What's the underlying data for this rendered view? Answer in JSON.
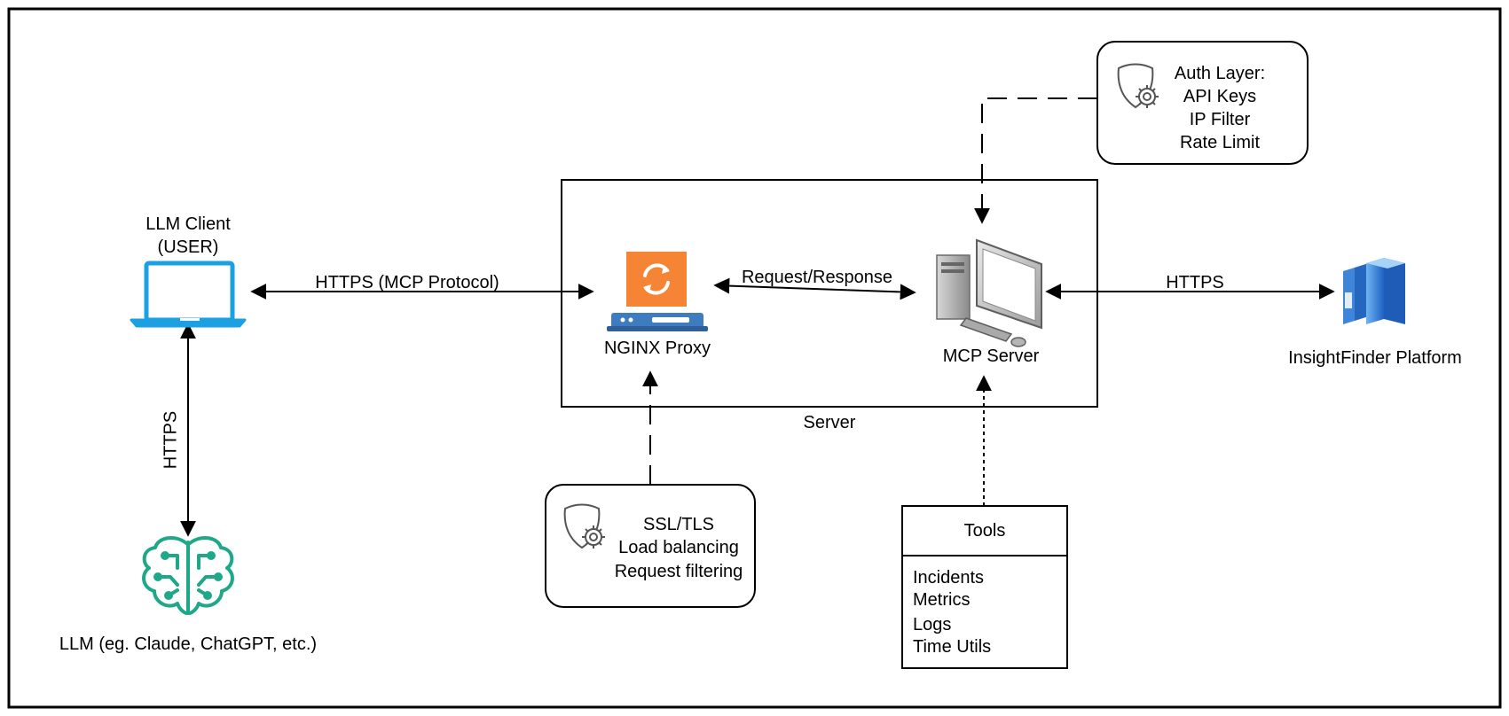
{
  "llm_client": {
    "title": "LLM Client",
    "subtitle": "(USER)"
  },
  "llm": {
    "label": "LLM (eg. Claude, ChatGPT, etc.)"
  },
  "links": {
    "client_to_proxy": "HTTPS (MCP Protocol)",
    "client_to_llm": "HTTPS",
    "proxy_to_mcp": "Request/Response",
    "mcp_to_platform": "HTTPS"
  },
  "server_box": {
    "label": "Server"
  },
  "nginx": {
    "label": "NGINX Proxy"
  },
  "mcp_server": {
    "label": "MCP Server"
  },
  "platform": {
    "label": "InsightFinder Platform"
  },
  "auth_layer": {
    "lines": [
      "Auth Layer:",
      "API Keys",
      "IP Filter",
      "Rate Limit"
    ]
  },
  "ssl_box": {
    "lines": [
      "SSL/TLS",
      "Load balancing",
      "Request filtering"
    ]
  },
  "tools": {
    "title": "Tools",
    "items": [
      "Incidents",
      "Metrics",
      "Logs",
      "Time Utils"
    ]
  },
  "colors": {
    "laptop": "#1BA1E2",
    "brain": "#1FA78A",
    "nginx_orange": "#F58534",
    "nginx_blue": "#3E7CC1",
    "platform_blue": "#2B7BD6",
    "border": "#000000"
  }
}
